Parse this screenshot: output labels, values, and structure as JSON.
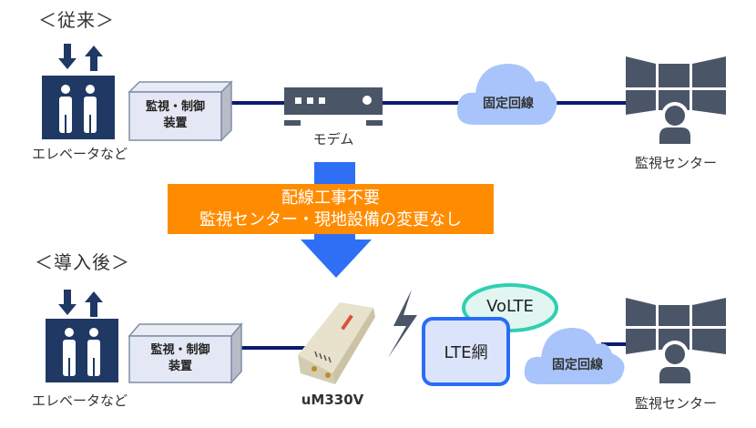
{
  "before": {
    "title": "＜従来＞",
    "elevator_label": "エレベータなど",
    "device_line1": "監視・制御",
    "device_line2": "装置",
    "modem_label": "モデム",
    "cloud_label": "固定回線",
    "center_label": "監視センター"
  },
  "banner": {
    "line1": "配線工事不要",
    "line2": "監視センター・現地設備の変更なし"
  },
  "after": {
    "title": "＜導入後＞",
    "elevator_label": "エレベータなど",
    "device_line1": "監視・制御",
    "device_line2": "装置",
    "product_label": "uM330V",
    "volte_label": "VoLTE",
    "lte_label": "LTE網",
    "cloud_label": "固定回線",
    "center_label": "監視センター"
  },
  "colors": {
    "navy": "#1f3864",
    "line": "#0d1a6e",
    "icon_gray": "#4a5568",
    "cloud": "#a9c4fa",
    "arrow": "#2f6ff5",
    "banner": "#ff8c00",
    "lte_border": "#2a6df4",
    "volte_border": "#2fd0b0"
  }
}
